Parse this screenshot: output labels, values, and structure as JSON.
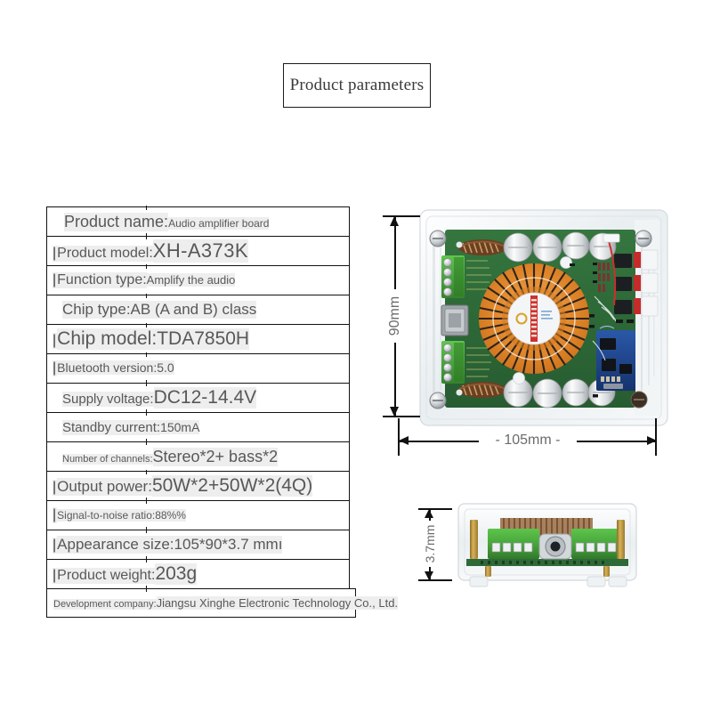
{
  "header": {
    "title": "Product parameters"
  },
  "spec_table": {
    "rows": [
      {
        "bar": "",
        "label": "Product name:",
        "value": "Audio amplifier board"
      },
      {
        "bar": "|",
        "label": "Product model:",
        "value": "XH-A373K"
      },
      {
        "bar": "|",
        "label": "Function type:",
        "value": "Amplify the audio"
      },
      {
        "bar": "",
        "label": "Chip type:",
        "value": "AB (A and B) class"
      },
      {
        "bar": "|",
        "label": "Chip model:",
        "value": "TDA7850H"
      },
      {
        "bar": "|",
        "label": "Bluetooth version:",
        "value": "5.0"
      },
      {
        "bar": "",
        "label": "Supply voltage:",
        "value": "DC12-14.4V"
      },
      {
        "bar": "",
        "label": "Standby current:",
        "value": "150mA"
      },
      {
        "bar": "",
        "label": "Number of channels:",
        "value": "Stereo*2+  bass*2"
      },
      {
        "bar": "|",
        "label": "Output power:",
        "value": "50W*2+50W*2(4Q)"
      },
      {
        "bar": "|",
        "label": "Signal-to-noise ratio:",
        "value": "88%%"
      },
      {
        "bar": "|",
        "label": "Appearance size:",
        "value": "105*90*3.7 mmı"
      },
      {
        "bar": "|",
        "label": "Product weight:",
        "value": "203g"
      },
      {
        "bar": "",
        "label": "Development company:",
        "value": "Jiangsu Xinghe Electronic Technology Co., Ltd."
      }
    ]
  },
  "dimensions": {
    "height_label": "90mm",
    "width_label": "- 105mm -",
    "thickness_label": "3.7mm"
  },
  "photos": {
    "top_view_alt": "Top view of XH-A373K audio amplifier board in clear acrylic case with orange heatsink",
    "side_view_alt": "Side view of the amplifier board showing green terminal blocks and brass standoffs"
  },
  "colors": {
    "pcb_green": "#2f6b3a",
    "heatsink_orange": "#e08a2e",
    "terminal_green": "#49a83c",
    "bluetooth_blue": "#1b3f86",
    "acrylic": "#eef2f4",
    "rule": "#111111",
    "highlight": "#eeeeee",
    "text": "#585858"
  }
}
